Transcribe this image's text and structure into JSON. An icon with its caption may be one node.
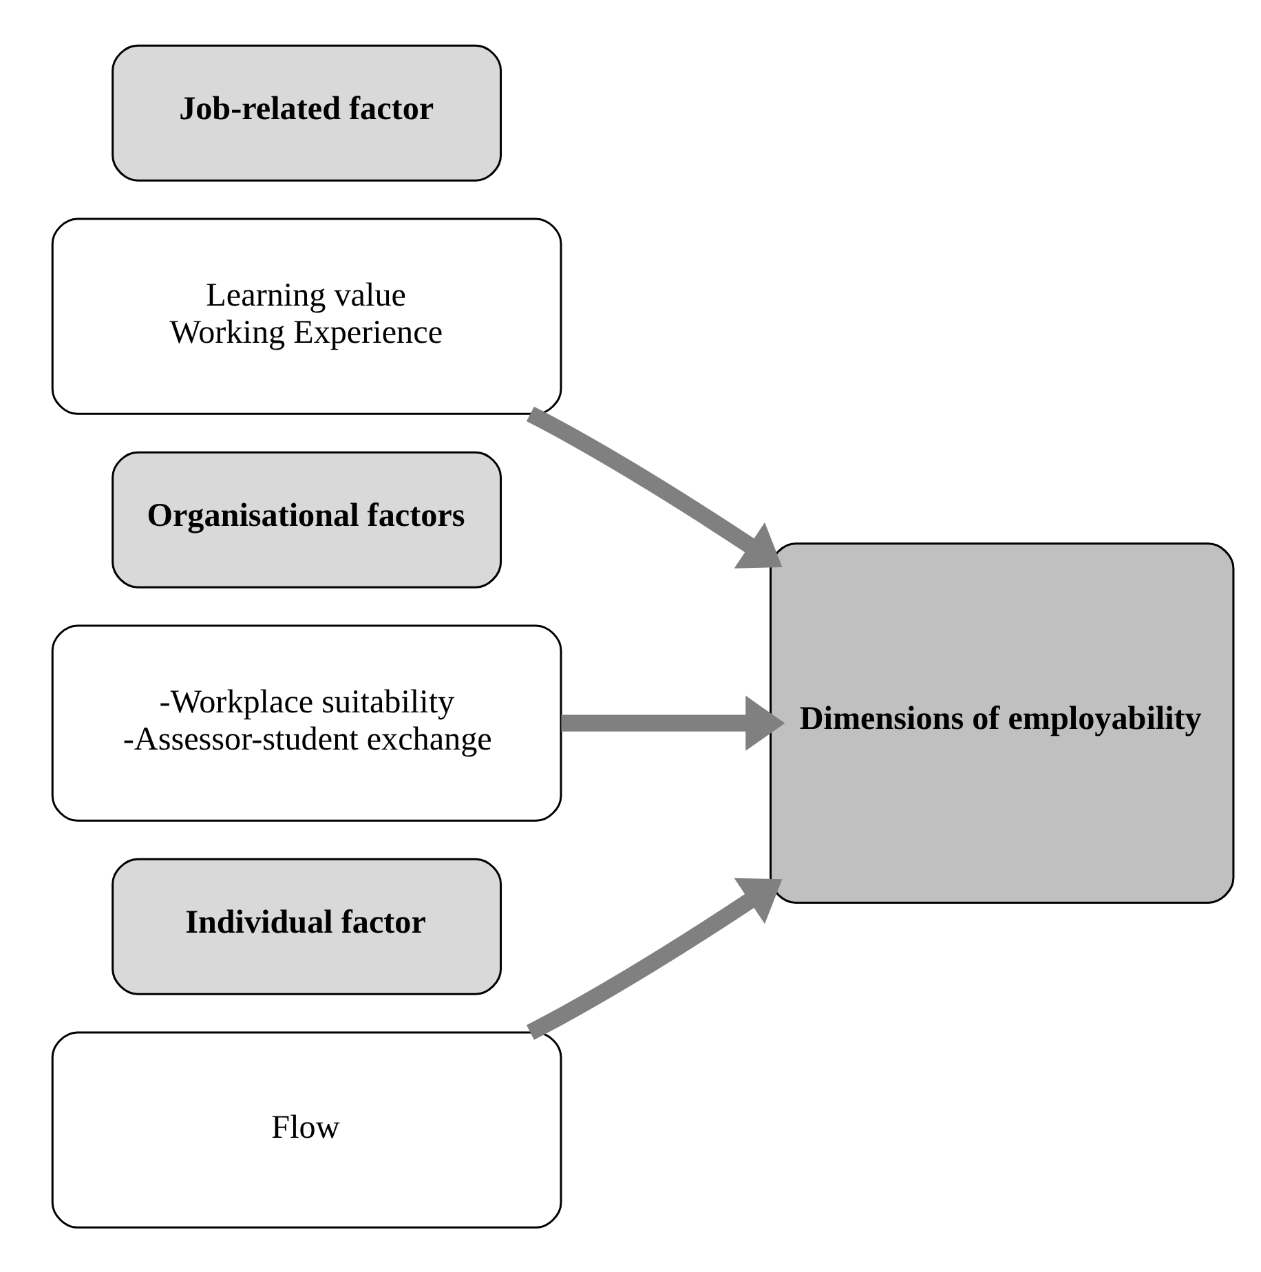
{
  "diagram": {
    "nodes": [
      {
        "text": [
          "Job-related factor"
        ]
      },
      {
        "text": [
          "Learning value",
          "Working Experience"
        ]
      },
      {
        "text": [
          "Organisational factors"
        ]
      },
      {
        "text": [
          "-Workplace suitability",
          "-Assessor-student exchange"
        ]
      },
      {
        "text": [
          "Dimensions of employability"
        ]
      },
      {
        "text": [
          "Individual factor"
        ]
      },
      {
        "text": [
          "Flow"
        ]
      }
    ],
    "edges": [
      {
        "from": 1,
        "to": 4,
        "arrow": "to"
      },
      {
        "from": 3,
        "to": 4,
        "arrow": "to"
      },
      {
        "from": 6,
        "to": 4,
        "arrow": "to"
      }
    ]
  }
}
